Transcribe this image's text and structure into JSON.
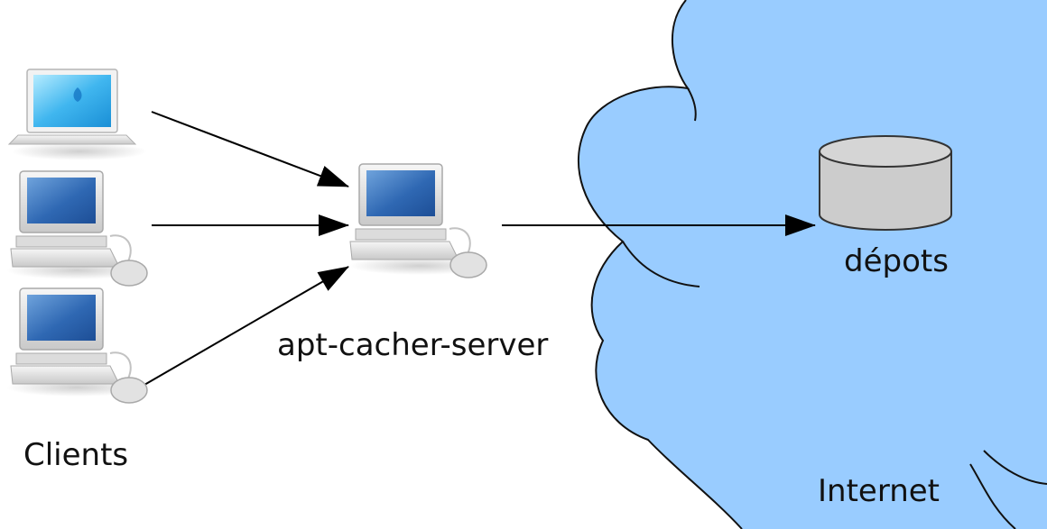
{
  "diagram": {
    "labels": {
      "server": "apt-cacher-server",
      "clients": "Clients",
      "depots": "dépots",
      "internet": "Internet"
    },
    "nodes": [
      {
        "id": "client-laptop",
        "kind": "laptop"
      },
      {
        "id": "client-desktop-1",
        "kind": "desktop"
      },
      {
        "id": "client-desktop-2",
        "kind": "desktop"
      },
      {
        "id": "server",
        "kind": "desktop"
      },
      {
        "id": "depots",
        "kind": "database"
      }
    ],
    "edges": [
      {
        "from": "client-laptop",
        "to": "server"
      },
      {
        "from": "client-desktop-1",
        "to": "server"
      },
      {
        "from": "client-desktop-2",
        "to": "server"
      },
      {
        "from": "server",
        "to": "depots"
      }
    ],
    "colors": {
      "cloud_fill": "#99ccff",
      "cloud_stroke": "#111111",
      "database_fill": "#cccccc",
      "arrow": "#000000"
    }
  }
}
